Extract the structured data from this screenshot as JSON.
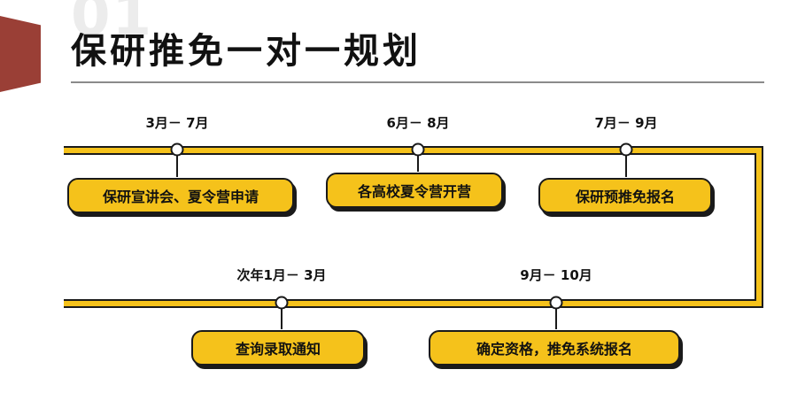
{
  "header": {
    "number": "01",
    "title": "保研推免一对一规划"
  },
  "timeline": {
    "row1": [
      {
        "date": "3月－ 7月",
        "event": "保研宣讲会、夏令营申请"
      },
      {
        "date": "6月－ 8月",
        "event": "各高校夏令营开营"
      },
      {
        "date": "7月－ 9月",
        "event": "保研预推免报名"
      }
    ],
    "row2": [
      {
        "date": "次年1月－ 3月",
        "event": "查询录取通知"
      },
      {
        "date": "9月－ 10月",
        "event": "确定资格，推免系统报名"
      }
    ]
  },
  "colors": {
    "accent": "#9a3f36",
    "track": "#f5c21b",
    "outline": "#1a1a1a"
  }
}
